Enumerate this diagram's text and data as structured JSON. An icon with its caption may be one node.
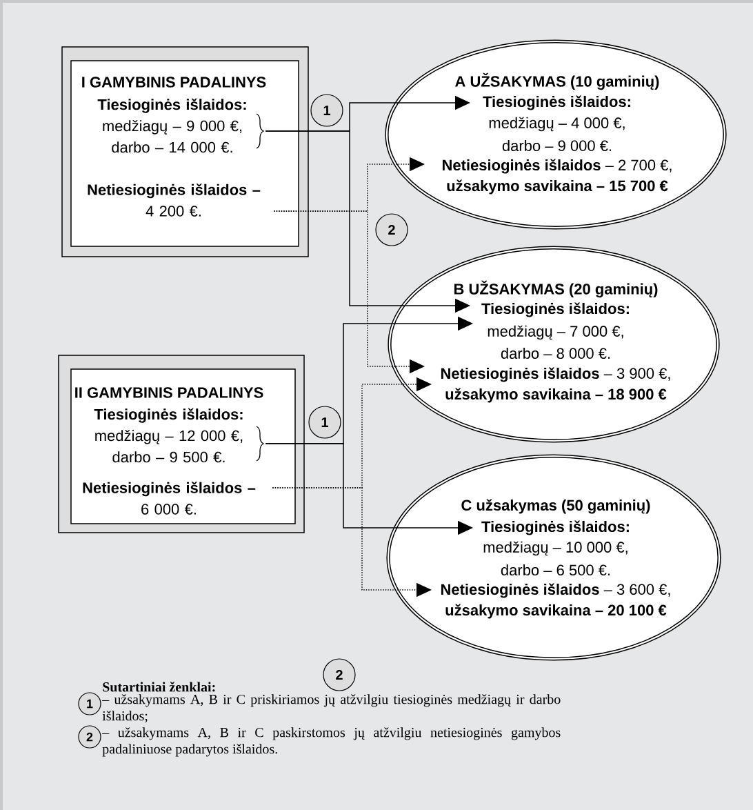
{
  "diagram": {
    "nodes": [
      {
        "text": [
          "I GAMYBINIS PADALINYS"
        ]
      },
      {
        "text": [
          "Tiesioginės išlaidos:",
          "medžiagų – 9 000 €,",
          "darbo – 14 000 €."
        ],
        "in": 0
      },
      {
        "text": [
          "Netiesioginės išlaidos –",
          "4 200 €."
        ],
        "in": 0
      },
      {
        "text": [
          "1"
        ]
      },
      {
        "text": [
          "A UŽSAKYMAS (10 gaminių)",
          "Tiesioginės išlaidos:",
          "medžiagų – 4 000 €,",
          "darbo – 9 000 €.",
          "**Netiesioginės išlaidos** – 2 700 €,",
          "užsakymo savikaina – 15 700 €"
        ]
      },
      {
        "text": [
          "2"
        ]
      },
      {
        "text": [
          "B UŽSAKYMAS (20 gaminių)",
          "Tiesioginės išlaidos:",
          "medžiagų – 7 000 €,",
          "darbo – 8 000 €.",
          "**Netiesioginės išlaidos** – 3 900 €,",
          "užsakymo savikaina – 18 900 €"
        ]
      },
      {
        "text": [
          "II GAMYBINIS PADALINYS"
        ]
      },
      {
        "text": [
          "Tiesioginės išlaidos:",
          "medžiagų – 12 000 €,",
          "darbo – 9 500 €."
        ],
        "in": 7
      },
      {
        "text": [
          "Netiesioginės išlaidos –",
          "6 000 €."
        ],
        "in": 7
      },
      {
        "text": [
          "1"
        ]
      },
      {
        "text": [
          "C užsakymas (50 gaminių)",
          "Tiesioginės išlaidos:",
          "medžiagų – 10 000 €,",
          "darbo – 6 500 €.",
          "**Netiesioginės išlaidos** – 3 600 €,",
          "užsakymo savikaina – 20 100 €"
        ]
      },
      {
        "text": [
          "2"
        ]
      },
      {
        "text": [
          "1"
        ]
      },
      {
        "text": [
          "2"
        ]
      }
    ],
    "edges": [
      {
        "from": 1,
        "to": 4,
        "arrow": "to"
      },
      {
        "from": 1,
        "to": 6,
        "arrow": "to"
      },
      {
        "from": 2,
        "to": 4,
        "arrow": "to",
        "style": "dashed"
      },
      {
        "from": 2,
        "to": 6,
        "arrow": "to",
        "style": "dashed"
      },
      {
        "from": 8,
        "to": 6,
        "arrow": "to"
      },
      {
        "from": 8,
        "to": 11,
        "arrow": "to"
      },
      {
        "from": 9,
        "to": 6,
        "arrow": "to",
        "style": "dashed"
      },
      {
        "from": 9,
        "to": 11,
        "arrow": "to",
        "style": "dashed"
      }
    ],
    "labels": [
      "Sutartiniai ženklai:",
      "– užsakymams A, B ir C priskiriamos jų atžvilgiu tiesioginės medžiagų ir darbo išlaidos;",
      "– užsakymams A, B ir C paskirstomos jų atžvilgiu netiesioginės gamybos padaliniuose padarytos išlaidos."
    ]
  }
}
